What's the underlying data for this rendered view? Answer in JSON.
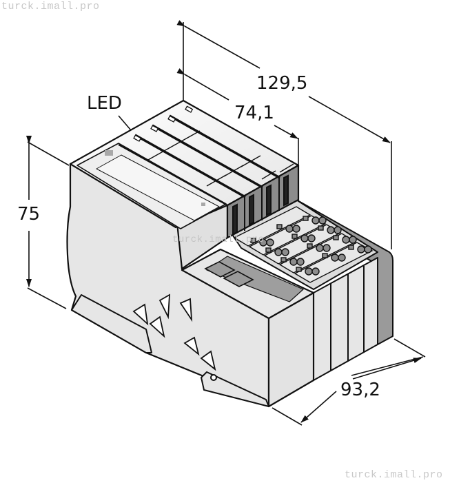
{
  "watermarks": {
    "top_left": "turck.imall.pro",
    "center": "turck.imall.pro",
    "bottom_right": "turck.imall.pro"
  },
  "drawing": {
    "subject": "Turck modular I/O station (gateway with 4 terminal modules)",
    "labels": {
      "led": "LED"
    },
    "dimensions": {
      "overall_length": "129,5",
      "gateway_length": "74,1",
      "height": "75",
      "depth": "93,2"
    },
    "units": "mm",
    "colors": {
      "outline": "#111111",
      "body_light": "#e6e6e6",
      "body_top": "#f2f2f2",
      "body_dark": "#9a9a9a",
      "connector_grey": "#8c8c8c"
    }
  }
}
